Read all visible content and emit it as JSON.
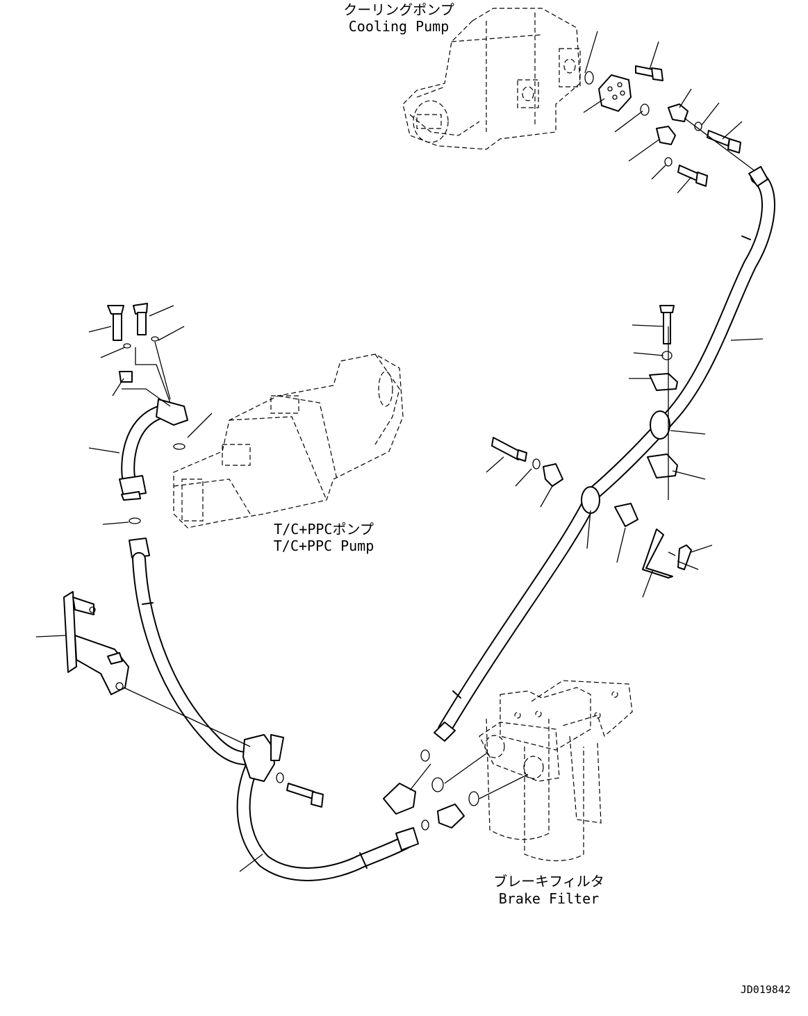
{
  "labels": {
    "cooling_pump_jp": "クーリングポンプ",
    "cooling_pump_en": "Cooling Pump",
    "tc_ppc_pump_jp": "T/C+PPCポンプ",
    "tc_ppc_pump_en": "T/C+PPC Pump",
    "brake_filter_jp": "ブレーキフィルタ",
    "brake_filter_en": "Brake Filter"
  },
  "drawing_code": "JD019842"
}
